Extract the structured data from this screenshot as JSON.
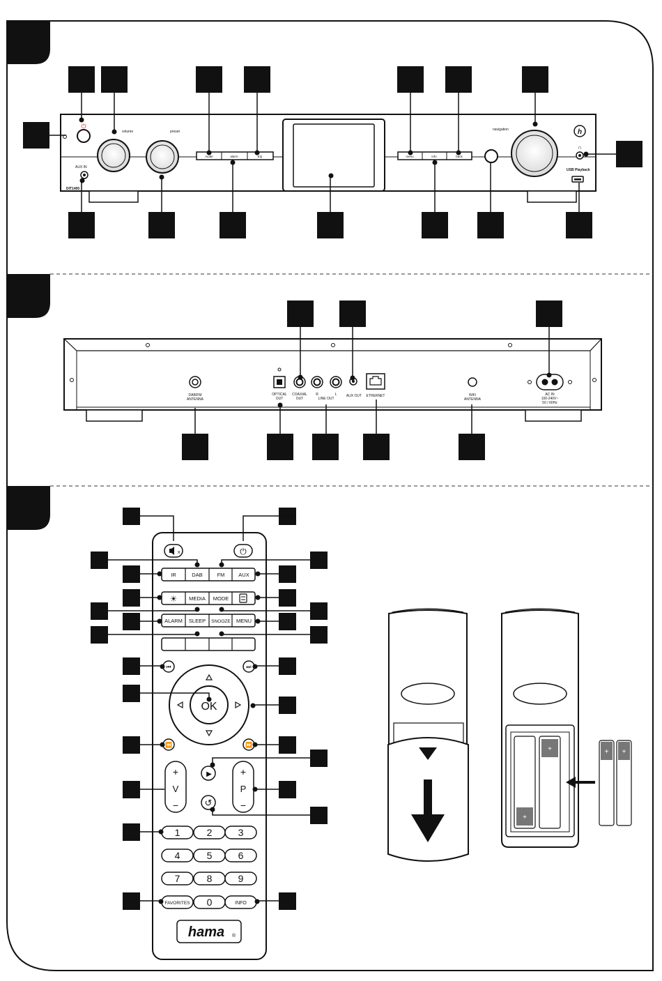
{
  "front_panel": {
    "model": "DIT1400",
    "aux_in": "AUX IN",
    "volume": "volume",
    "preset": "preset",
    "buttons_left": [
      "mode",
      "alarm",
      "EQ"
    ],
    "buttons_right": [
      "menu",
      "info",
      "back"
    ],
    "navigation": "navigation",
    "usb": "USB Playback",
    "brand_mark": "h"
  },
  "rear_panel": {
    "dab_fm": [
      "DAB/FM",
      "ANTENNA"
    ],
    "optical": [
      "OPTICAL",
      "OUT"
    ],
    "coaxial": [
      "COAXIAL",
      "OUT"
    ],
    "line_r": "R",
    "line_l": "L",
    "line_out": "LINE  OUT",
    "aux_out": "AUX  OUT",
    "ethernet": "ETHERNET",
    "wifi": [
      "WiFi",
      "ANTENNA"
    ],
    "ac": [
      "AC IN",
      "100-240V~",
      "50 / 60Hz"
    ]
  },
  "remote": {
    "row1": [
      "IR",
      "DAB",
      "FM",
      "AUX"
    ],
    "row2": [
      "MEDIA",
      "MODE"
    ],
    "row3": [
      "ALARM",
      "SLEEP",
      "SNOOZE",
      "MENU"
    ],
    "ok": "OK",
    "v": "V",
    "p": "P",
    "plus": "+",
    "minus": "−",
    "digits": [
      "1",
      "2",
      "3",
      "4",
      "5",
      "6",
      "7",
      "8",
      "9"
    ],
    "favorites": "FAVORITES",
    "zero": "0",
    "info": "INFO",
    "brand": "hama",
    "reg": "®"
  },
  "battery": {
    "plus": "+"
  }
}
